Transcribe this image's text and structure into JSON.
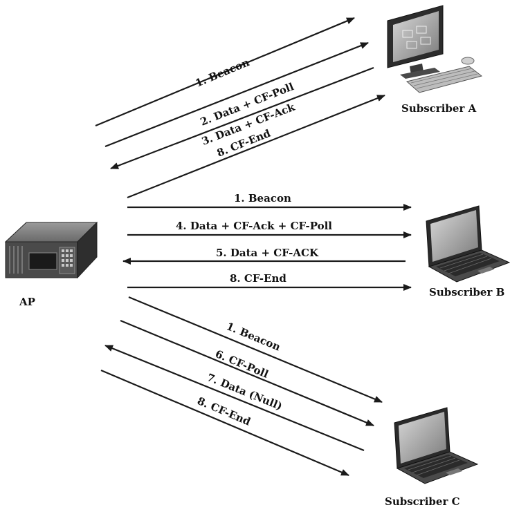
{
  "diagram": {
    "nodes": {
      "ap": {
        "label": "AP",
        "icon": "access-point-icon"
      },
      "subscriber_a": {
        "label": "Subscriber A",
        "icon": "desktop-computer-icon"
      },
      "subscriber_b": {
        "label": "Subscriber B",
        "icon": "laptop-icon"
      },
      "subscriber_c": {
        "label": "Subscriber C",
        "icon": "laptop-icon"
      }
    },
    "messages_a": [
      {
        "label": "1. Beacon",
        "direction": "AP to Subscriber A"
      },
      {
        "label": "2. Data + CF-Poll",
        "direction": "AP to Subscriber A"
      },
      {
        "label": "3. Data + CF-Ack",
        "direction": "Subscriber A to AP"
      },
      {
        "label": "8. CF-End",
        "direction": "AP to Subscriber A"
      }
    ],
    "messages_b": [
      {
        "label": "1. Beacon",
        "direction": "AP to Subscriber B"
      },
      {
        "label": "4. Data + CF-Ack + CF-Poll",
        "direction": "AP to Subscriber B"
      },
      {
        "label": "5. Data + CF-ACK",
        "direction": "Subscriber B to AP"
      },
      {
        "label": "8. CF-End",
        "direction": "AP to Subscriber B"
      }
    ],
    "messages_c": [
      {
        "label": "1. Beacon",
        "direction": "AP to Subscriber C"
      },
      {
        "label": "6. CF-Poll",
        "direction": "AP to Subscriber C"
      },
      {
        "label": "7. Data (Null)",
        "direction": "Subscriber C to AP"
      },
      {
        "label": "8. CF-End",
        "direction": "AP to Subscriber C"
      }
    ],
    "colors": {
      "line": "#1a1a1a",
      "device_dark": "#3a3a3a",
      "device_mid": "#8a8a8a",
      "screen": "#9a9a9a"
    }
  }
}
